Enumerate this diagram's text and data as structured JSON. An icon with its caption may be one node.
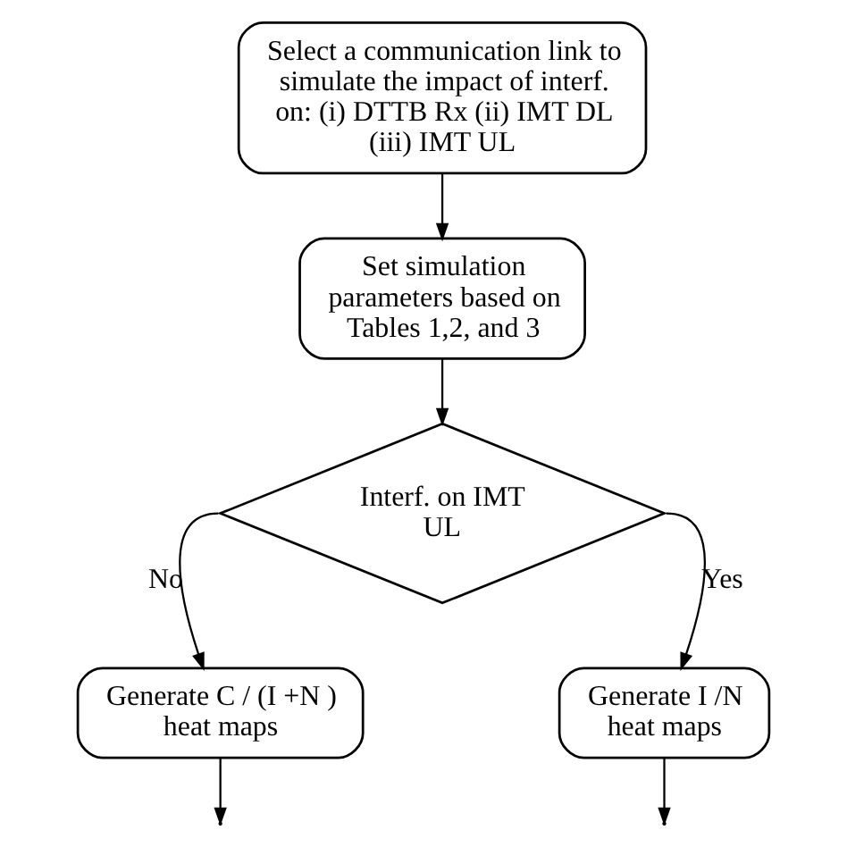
{
  "diagram": {
    "nodes": [
      {
        "text": [
          "Select a communication link to simulate the impact of interf. on: (i) DTTB Rx (ii) IMT DL (iii) IMT UL"
        ]
      },
      {
        "text": [
          "Set simulation parameters based on Tables 1,2, and 3"
        ]
      },
      {
        "text": [
          "Interf. on IMT UL"
        ]
      },
      {
        "text": [
          "Generate C / (I +N ) heat maps"
        ]
      },
      {
        "text": [
          "Generate I /N heat maps"
        ]
      }
    ],
    "edges": [
      {
        "from": 0,
        "to": 1,
        "arrow": "to"
      },
      {
        "from": 1,
        "to": 2,
        "arrow": "to"
      },
      {
        "from": 2,
        "to": 3,
        "label": "No",
        "arrow": "to"
      },
      {
        "from": 2,
        "to": 4,
        "label": "Yes",
        "arrow": "to"
      },
      {
        "from": 3,
        "to": null,
        "arrow": "to"
      },
      {
        "from": 4,
        "to": null,
        "arrow": "to"
      }
    ]
  }
}
